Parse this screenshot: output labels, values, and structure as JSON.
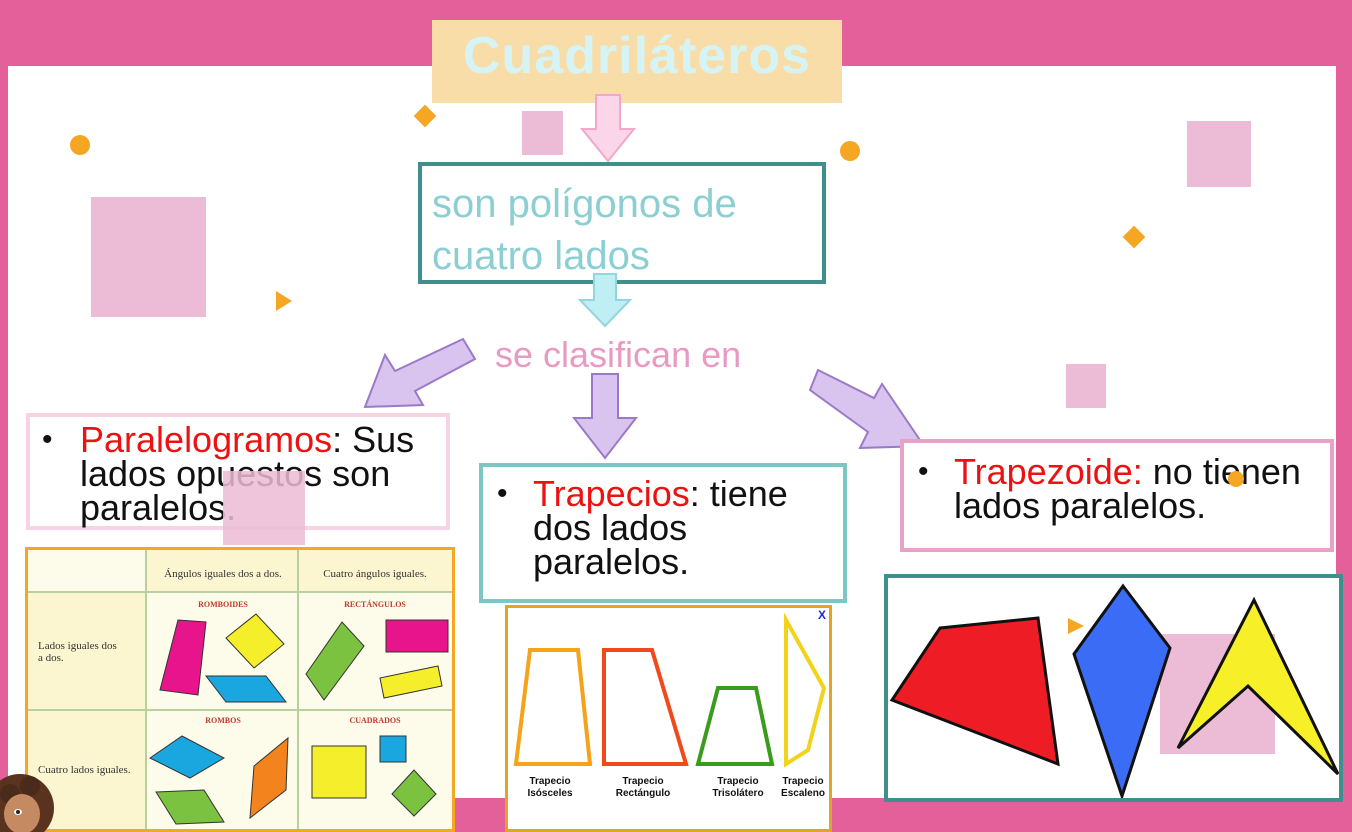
{
  "title": "Cuadriláteros",
  "definition": "son polígonos de cuatro lados",
  "classify_label": "se clasifican en",
  "categories": [
    {
      "name": "Paralelogramos",
      "sep": ":",
      "description": " Sus lados opuestos son paralelos."
    },
    {
      "name": "Trapecios",
      "sep": ":",
      "description": " tiene dos lados paralelos."
    },
    {
      "name": "Trapezoide:",
      "sep": "",
      "description": " no tienen lados paralelos."
    }
  ],
  "paralelogram_table": {
    "col_headers": [
      "Ángulos iguales dos a dos.",
      "Cuatro ángulos iguales."
    ],
    "row_headers": [
      "Lados iguales dos a dos.",
      "Cuatro lados iguales."
    ],
    "cells": [
      "ROMBOIDES",
      "RECTÁNGULOS",
      "ROMBOS",
      "CUADRADOS"
    ]
  },
  "trapecio_types": [
    "Trapecio Isósceles",
    "Trapecio Rectángulo",
    "Trapecio Trisolátero",
    "Trapecio Escaleno"
  ],
  "trapecio_close": "X",
  "colors": {
    "background": "#e3609b",
    "title_bg": "#f8dda9",
    "accent": "#f5a623",
    "keyword": "#ee1111",
    "teal": "#3f8f8c"
  }
}
